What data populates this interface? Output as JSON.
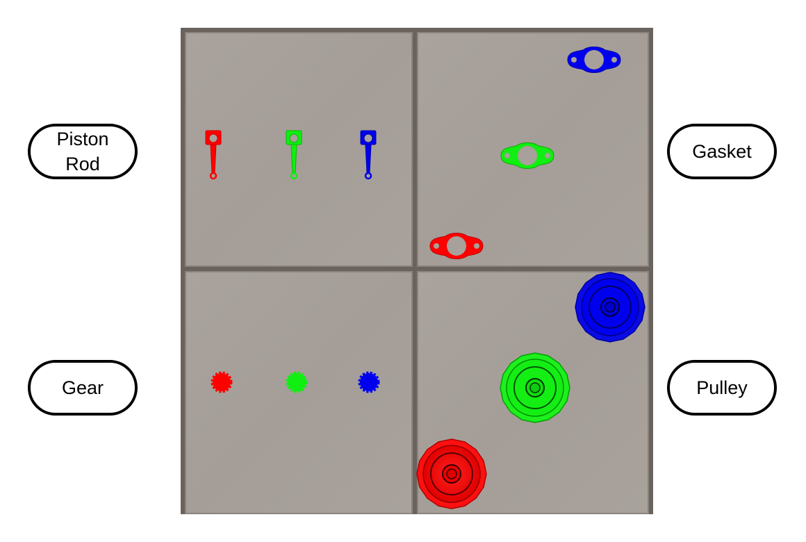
{
  "labels": {
    "piston_rod": "Piston\nRod",
    "gasket": "Gasket",
    "gear": "Gear",
    "pulley": "Pulley"
  },
  "colors": {
    "red": "#ff0000",
    "green": "#00ee00",
    "blue": "#0000ee",
    "tile": "#a8a09a",
    "grout": "#5a534e"
  },
  "board": {
    "quadrants": [
      "piston-rod-zone",
      "gasket-zone",
      "gear-zone",
      "pulley-zone"
    ],
    "items": [
      {
        "type": "piston-rod",
        "color": "red"
      },
      {
        "type": "piston-rod",
        "color": "green"
      },
      {
        "type": "piston-rod",
        "color": "blue"
      },
      {
        "type": "gasket",
        "color": "blue"
      },
      {
        "type": "gasket",
        "color": "green"
      },
      {
        "type": "gasket",
        "color": "red"
      },
      {
        "type": "gear",
        "color": "red"
      },
      {
        "type": "gear",
        "color": "green"
      },
      {
        "type": "gear",
        "color": "blue"
      },
      {
        "type": "pulley",
        "color": "blue"
      },
      {
        "type": "pulley",
        "color": "green"
      },
      {
        "type": "pulley",
        "color": "red"
      }
    ]
  }
}
